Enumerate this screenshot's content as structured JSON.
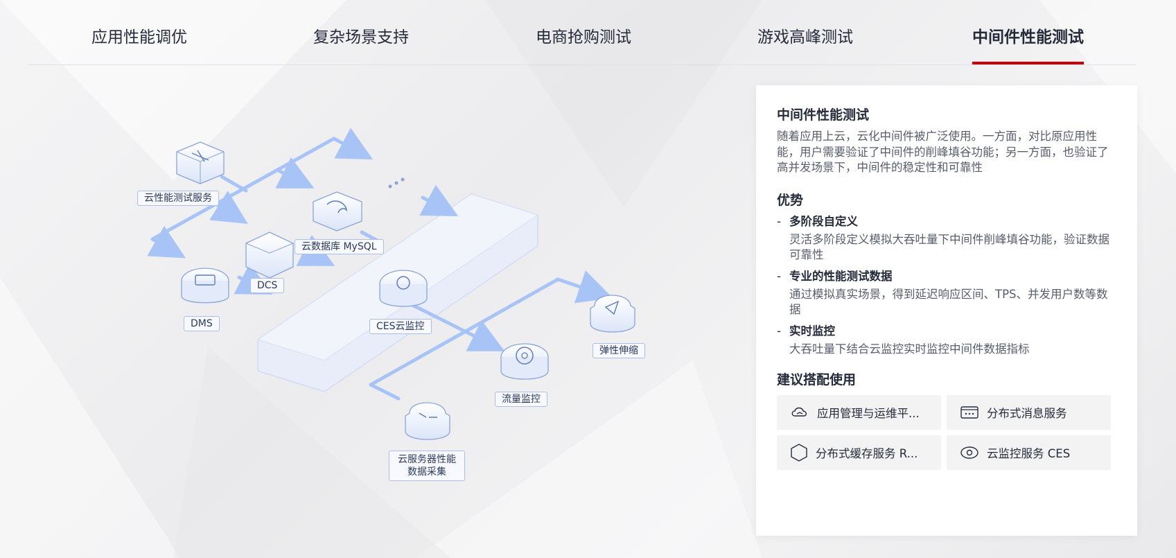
{
  "tabs": [
    {
      "label": "应用性能调优",
      "active": false
    },
    {
      "label": "复杂场景支持",
      "active": false
    },
    {
      "label": "电商抢购测试",
      "active": false
    },
    {
      "label": "游戏高峰测试",
      "active": false
    },
    {
      "label": "中间件性能测试",
      "active": true
    }
  ],
  "diagram": {
    "nodes": {
      "cpts": "云性能测试服务",
      "mysql": "云数据库 MySQL",
      "dcs": "DCS",
      "dms": "DMS",
      "ces": "CES云监控",
      "scaling": "弹性伸缩",
      "flow": "流量监控",
      "ecs_line1": "云服务器性能",
      "ecs_line2": "数据采集"
    },
    "accent_color": "#a8c3f5"
  },
  "panel": {
    "title": "中间件性能测试",
    "description": "随着应用上云，云化中间件被广泛使用。一方面，对比原应用性能，用户需要验证了中间件的削峰填谷功能；另一方面，也验证了高并发场景下，中间件的稳定性和可靠性",
    "advantages_title": "优势",
    "advantages": [
      {
        "title": "多阶段自定义",
        "desc": "灵活多阶段定义模拟大吞吐量下中间件削峰填谷功能，验证数据可靠性"
      },
      {
        "title": "专业的性能测试数据",
        "desc": "通过模拟真实场景，得到延迟响应区间、TPS、并发用户数等数据"
      },
      {
        "title": "实时监控",
        "desc": "大吞吐量下结合云监控实时监控中间件数据指标"
      }
    ],
    "recommend_title": "建议搭配使用",
    "recommend": [
      {
        "label": "应用管理与运维平...",
        "icon": "cloud-hand-icon"
      },
      {
        "label": "分布式消息服务",
        "icon": "message-box-icon"
      },
      {
        "label": "分布式缓存服务 R...",
        "icon": "hexagon-icon"
      },
      {
        "label": "云监控服务 CES",
        "icon": "eye-icon"
      }
    ]
  },
  "colors": {
    "active_tab_underline": "#c7000b",
    "panel_bg": "#ffffff"
  }
}
